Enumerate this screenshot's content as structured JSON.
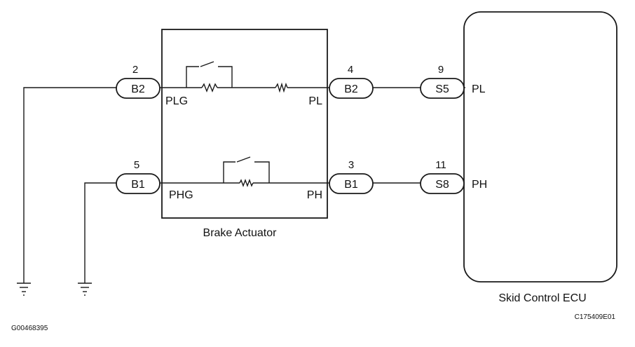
{
  "brake_actuator": {
    "title": "Brake Actuator",
    "terminals": {
      "plg": "PLG",
      "pl": "PL",
      "phg": "PHG",
      "ph": "PH"
    }
  },
  "skid_control_ecu": {
    "title": "Skid Control ECU",
    "terminals": {
      "pl": "PL",
      "ph": "PH"
    }
  },
  "connectors": {
    "b2_left": {
      "code": "B2",
      "pin": "2"
    },
    "b1_left": {
      "code": "B1",
      "pin": "5"
    },
    "b2_right": {
      "code": "B2",
      "pin": "4"
    },
    "b1_right": {
      "code": "B1",
      "pin": "3"
    },
    "s5": {
      "code": "S5",
      "pin": "9"
    },
    "s8": {
      "code": "S8",
      "pin": "11"
    }
  },
  "reference_codes": {
    "figure_left": "G00468395",
    "figure_right": "C175409E01"
  }
}
